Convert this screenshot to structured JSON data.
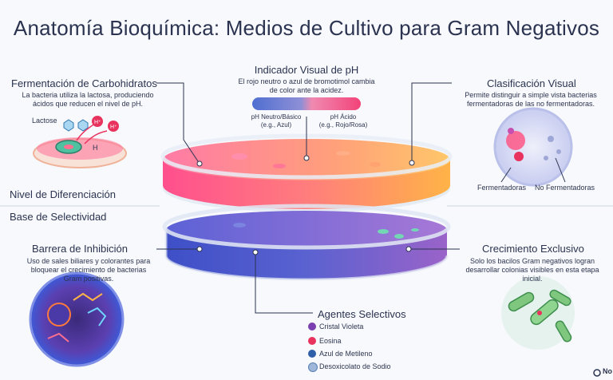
{
  "title": "Anatomía Bioquímica: Medios de Cultivo para Gram Negativos",
  "ph_indicator": {
    "heading": "Indicador Visual de pH",
    "description_line1": "El rojo neutro o azul de bromotimol cambia",
    "description_line2": "de color ante la acidez.",
    "left_label_line1": "pH Neutro/Básico",
    "left_label_line2": "(e.g., Azul)",
    "right_label_line1": "pH Ácido",
    "right_label_line2": "(e.g., Rojo/Rosa)"
  },
  "fermentation": {
    "heading": "Fermentación de Carbohidratos",
    "description_line1": "La bacteria utiliza la lactosa, produciendo",
    "description_line2": "ácidos que reducen el nivel de pH.",
    "lactose_label": "Lactose",
    "proton_label": "H⁺",
    "h_label": "H"
  },
  "classification": {
    "heading": "Clasificación Visual",
    "description_line1": "Permite distinguir a simple vista bacterias",
    "description_line2": "fermentadoras de las no fermentadoras.",
    "left_label": "Fermentadoras",
    "right_label": "No Fermentadoras"
  },
  "sections": {
    "differentiation": "Nivel de Diferenciación",
    "selectivity": "Base de Selectividad"
  },
  "inhibition": {
    "heading": "Barrera de Inhibición",
    "description_line1": "Uso de sales biliares y colorantes para",
    "description_line2": "bloquear el crecimiento de bacterias",
    "description_line3": "Gram positivas."
  },
  "exclusive_growth": {
    "heading": "Crecimiento Exclusivo",
    "description_line1": "Solo los bacilos Gram negativos logran",
    "description_line2": "desarrollar colonias visibles en esta etapa",
    "description_line3": "inicial."
  },
  "selective_agents": {
    "heading": "Agentes Selectivos",
    "items": [
      {
        "label": "Cristal Violeta",
        "color": "#7a3fb0"
      },
      {
        "label": "Eosina",
        "color": "#e8335f"
      },
      {
        "label": "Azul de Metileno",
        "color": "#2f5fa8"
      },
      {
        "label": "Desoxicolato de Sodio",
        "color": "#9fb8d9"
      }
    ]
  },
  "corner_mark": "No",
  "colors": {
    "top_layer_left": "#ff5c8a",
    "top_layer_right": "#ffb347",
    "bottom_layer_left": "#4a56c4",
    "bottom_layer_right": "#8f5fc9",
    "gradient_neutral": "#4f6fd1",
    "gradient_acid": "#f2437a"
  }
}
